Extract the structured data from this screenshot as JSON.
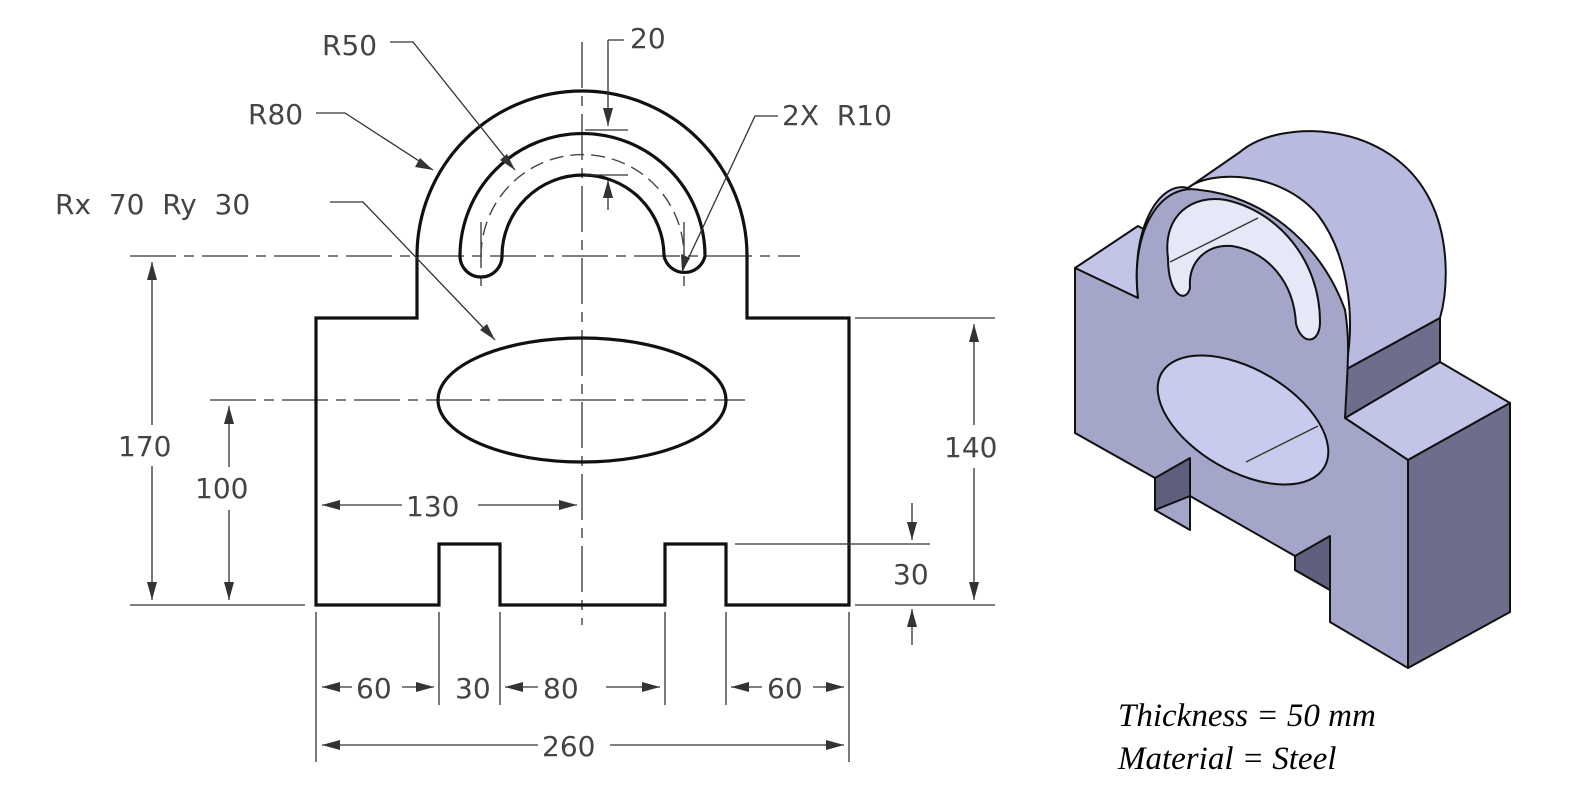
{
  "labels": {
    "r50": "R50",
    "r80": "R80",
    "ellipse": "Rx  70  Ry  30",
    "thickness_top": "20",
    "slots": "2X  R10",
    "d170": "170",
    "d100": "100",
    "d130": "130",
    "d140": "140",
    "d30_right": "30",
    "d60_left": "60",
    "d30_bottom": "30",
    "d80": "80",
    "d60_right": "60",
    "d260": "260"
  },
  "notes": {
    "thickness": "Thickness = 50 mm",
    "material": "Material = Steel"
  },
  "colors": {
    "line": "#111111",
    "face_front": "#a3a6c9",
    "face_top": "#c3c5e8",
    "face_side": "#6c6e8c"
  }
}
